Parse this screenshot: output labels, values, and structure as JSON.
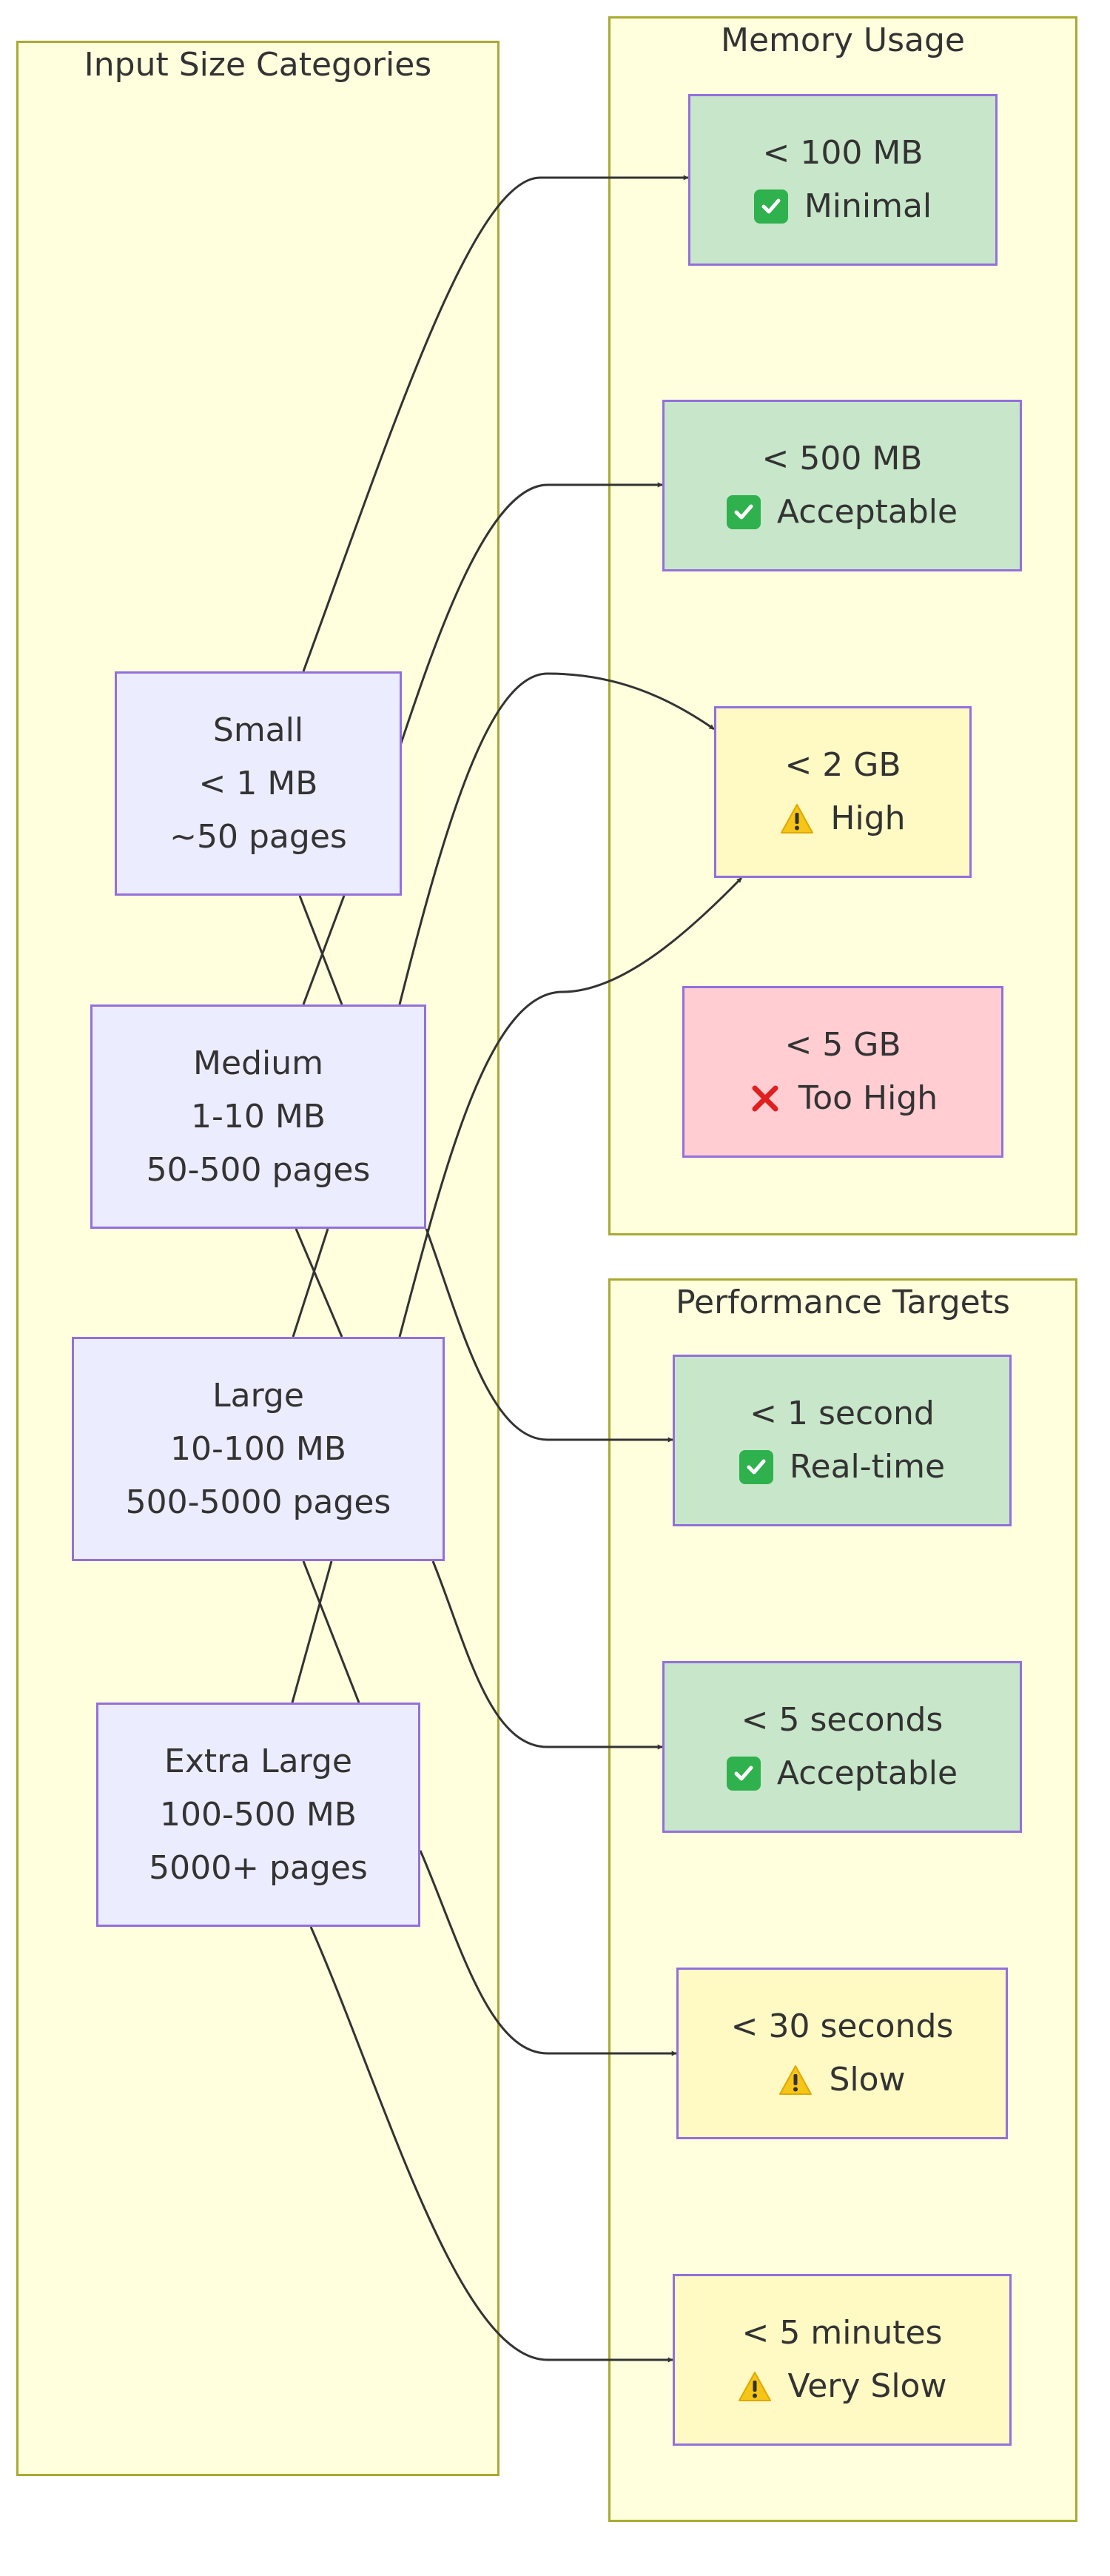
{
  "colors": {
    "cluster_fill": "#ffffde",
    "cluster_border": "#aaaa33",
    "node_border": "#9370db",
    "source_fill": "#ececff",
    "ok_fill": "#c8e6c9",
    "warn_fill": "#fff9c4",
    "bad_fill": "#ffcdd2",
    "edge": "#333333"
  },
  "clusters": {
    "input": {
      "title": "Input Size Categories"
    },
    "memory": {
      "title": "Memory Usage"
    },
    "performance": {
      "title": "Performance Targets"
    }
  },
  "inputs": {
    "small": {
      "name": "Small",
      "size": "< 1 MB",
      "pages": "~50 pages"
    },
    "medium": {
      "name": "Medium",
      "size": "1-10 MB",
      "pages": "50-500 pages"
    },
    "large": {
      "name": "Large",
      "size": "10-100 MB",
      "pages": "500-5000 pages"
    },
    "xlarge": {
      "name": "Extra Large",
      "size": "100-500 MB",
      "pages": "5000+ pages"
    }
  },
  "memory": {
    "m100": {
      "limit": "< 100 MB",
      "status": "Minimal",
      "icon": "check-icon"
    },
    "m500": {
      "limit": "< 500 MB",
      "status": "Acceptable",
      "icon": "check-icon"
    },
    "m2g": {
      "limit": "< 2 GB",
      "status": "High",
      "icon": "warning-icon"
    },
    "m5g": {
      "limit": "< 5 GB",
      "status": "Too High",
      "icon": "cross-icon"
    }
  },
  "performance": {
    "p1s": {
      "limit": "< 1 second",
      "status": "Real-time",
      "icon": "check-icon"
    },
    "p5s": {
      "limit": "< 5 seconds",
      "status": "Acceptable",
      "icon": "check-icon"
    },
    "p30s": {
      "limit": "< 30 seconds",
      "status": "Slow",
      "icon": "warning-icon"
    },
    "p5m": {
      "limit": "< 5 minutes",
      "status": "Very Slow",
      "icon": "warning-icon"
    }
  },
  "edges": [
    {
      "from": "Small",
      "to": "< 100 MB"
    },
    {
      "from": "Medium",
      "to": "< 500 MB"
    },
    {
      "from": "Large",
      "to": "< 2 GB"
    },
    {
      "from": "Extra Large",
      "to": "< 2 GB"
    },
    {
      "from": "Small",
      "to": "< 1 second"
    },
    {
      "from": "Medium",
      "to": "< 5 seconds"
    },
    {
      "from": "Large",
      "to": "< 30 seconds"
    },
    {
      "from": "Extra Large",
      "to": "< 5 minutes"
    }
  ]
}
